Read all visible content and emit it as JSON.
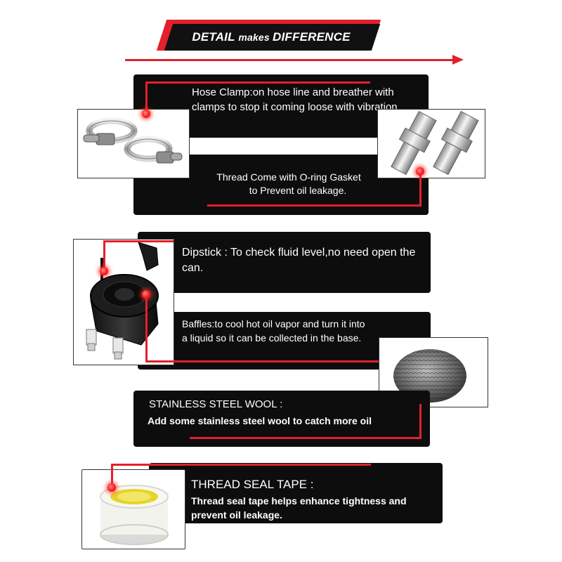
{
  "header": {
    "title_part1": "DETAIL ",
    "title_part2": "makes ",
    "title_part3": "DIFFERENCE"
  },
  "sections": {
    "hose_clamp": {
      "text": "Hose Clamp:on hose line and breather with clamps to stop it coming loose with vibration."
    },
    "fittings": {
      "line1": "Thread Come with O-ring Gasket",
      "line2": "to Prevent oil leakage."
    },
    "dipstick": {
      "text": "Dipstick : To check fluid level,no need open the can."
    },
    "baffles": {
      "text": "Baffles:to cool hot oil vapor and turn it into a liquid so it can be collected in the base."
    },
    "steel_wool": {
      "title": "STAINLESS STEEL WOOL :",
      "text": "Add some stainless steel wool  to catch more oil"
    },
    "seal_tape": {
      "title": "THREAD SEAL TAPE :",
      "text": "Thread seal tape helps enhance tightness and prevent oil leakage."
    }
  },
  "colors": {
    "accent": "#e3202b",
    "panel": "#0d0d0d",
    "text": "#ffffff"
  }
}
